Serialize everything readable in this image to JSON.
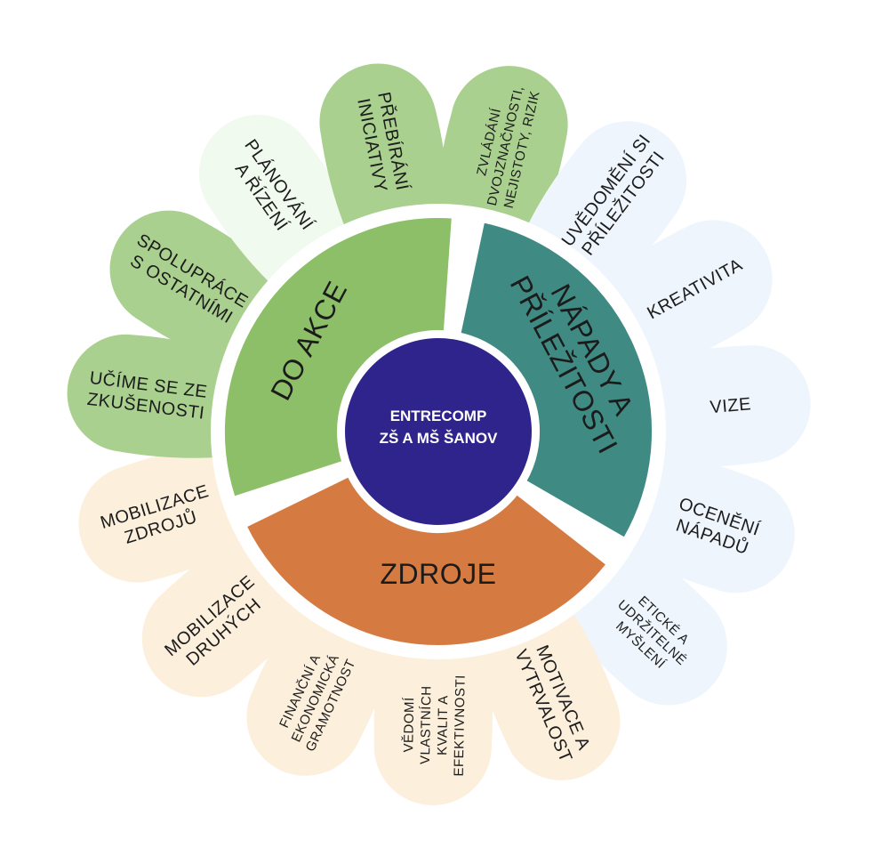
{
  "center": {
    "line1": "ENTRECOMP",
    "line2": "ZŠ A MŠ ŠANOV",
    "color": "#2e248c"
  },
  "areas": [
    {
      "id": "ideas",
      "label_lines": [
        "NÁPADY A",
        "PŘÍLEŽITOSTI"
      ],
      "color": "#3f8a82",
      "petal_color": "#eef5fc"
    },
    {
      "id": "resources",
      "label_lines": [
        "ZDROJE"
      ],
      "color": "#d57b42",
      "petal_color": "#fcefdc"
    },
    {
      "id": "action",
      "label_lines": [
        "DO AKCE"
      ],
      "color": "#8cbf68",
      "petal_color": "#a9d08e"
    }
  ],
  "competences": [
    {
      "area": "action",
      "lines": [
        "ZVLÁDÁNÍ",
        "DVOJZNAČNOSTI,",
        "NEJISTOTY, RIZIK"
      ],
      "color": "#a9d08e"
    },
    {
      "area": "ideas",
      "lines": [
        "UVĚDOMĚNÍ SI",
        "PŘÍLEŽITOSTI"
      ],
      "color": "#eef5fc"
    },
    {
      "area": "ideas",
      "lines": [
        "KREATIVITA"
      ],
      "color": "#eef5fc"
    },
    {
      "area": "ideas",
      "lines": [
        "VIZE"
      ],
      "color": "#eef5fc"
    },
    {
      "area": "ideas",
      "lines": [
        "OCENĚNÍ",
        "NÁPADŮ"
      ],
      "color": "#eef5fc"
    },
    {
      "area": "ideas",
      "lines": [
        "ETICKÉ A",
        "UDRŽITELNÉ",
        "MYŠLENÍ"
      ],
      "color": "#eef5fc"
    },
    {
      "area": "resources",
      "lines": [
        "MOTIVACE A",
        "VYTRVALOST"
      ],
      "color": "#fcefdc"
    },
    {
      "area": "resources",
      "lines": [
        "VĚDOMÍ",
        "VLASTNÍCH",
        "KVALIT A",
        "EFEKTIVNOSTI"
      ],
      "color": "#fcefdc"
    },
    {
      "area": "resources",
      "lines": [
        "FINANČNÍ A",
        "EKONOMICKÁ",
        "GRAMOTNOST"
      ],
      "color": "#fcefdc"
    },
    {
      "area": "resources",
      "lines": [
        "MOBILIZACE",
        "DRUHÝCH"
      ],
      "color": "#fcefdc"
    },
    {
      "area": "resources",
      "lines": [
        "MOBILIZACE",
        "ZDROJŮ"
      ],
      "color": "#fcefdc"
    },
    {
      "area": "action",
      "lines": [
        "UČÍME SE ZE",
        "ZKUŠENOSTI"
      ],
      "color": "#a9d08e"
    },
    {
      "area": "action",
      "lines": [
        "SPOLUPRÁCE",
        "S OSTATNÍMI"
      ],
      "color": "#a9d08e"
    },
    {
      "area": "action",
      "lines": [
        "PLÁNOVÁNÍ",
        "A ŘÍZENÍ"
      ],
      "color": "#f1faee"
    },
    {
      "area": "action",
      "lines": [
        "PŘEBÍRÁNÍ",
        "INICIATIVY"
      ],
      "color": "#a9d08e"
    }
  ]
}
